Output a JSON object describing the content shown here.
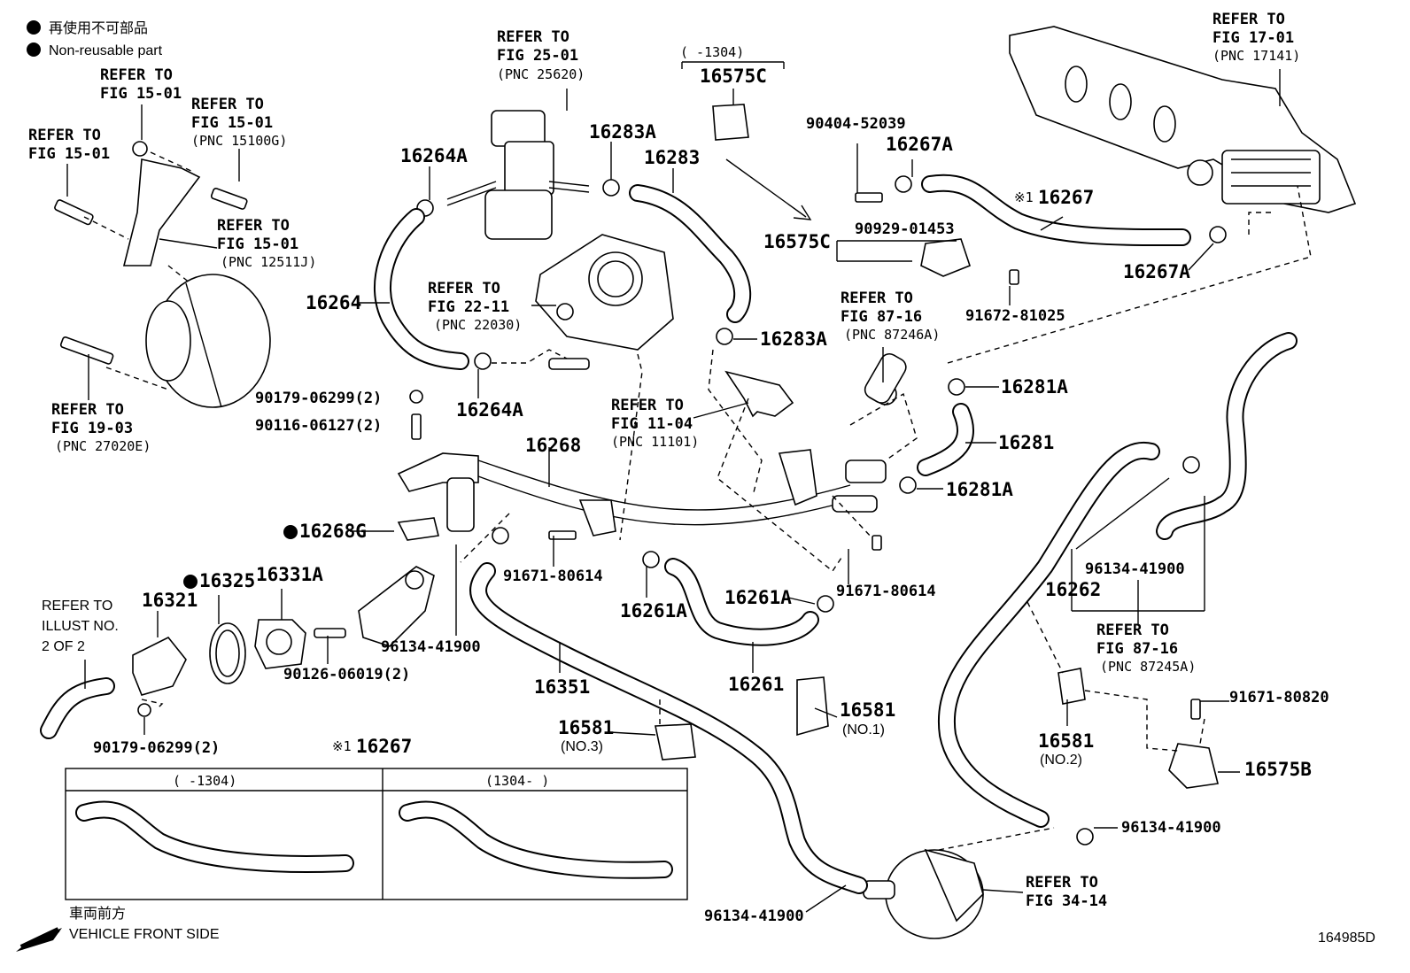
{
  "legend": {
    "jp_text": "再使用不可部品",
    "en_text": "Non-reusable part"
  },
  "diagram_id": "164985D",
  "front_side": {
    "jp": "車両前方",
    "en": "VEHICLE FRONT SIDE"
  },
  "refs": {
    "fig25": [
      "REFER TO",
      "FIG 25-01",
      "(PNC 25620)"
    ],
    "fig15a": [
      "REFER TO",
      "FIG 15-01"
    ],
    "fig15b": [
      "REFER TO",
      "FIG 15-01",
      "(PNC 15100G)"
    ],
    "fig15c": [
      "REFER TO",
      "FIG 15-01"
    ],
    "fig15d": [
      "REFER TO",
      "FIG 15-01",
      "(PNC 12511J)"
    ],
    "fig19": [
      "REFER TO",
      "FIG 19-03",
      "(PNC 27020E)"
    ],
    "fig22": [
      "REFER TO",
      "FIG 22-11",
      "(PNC 22030)"
    ],
    "fig11": [
      "REFER TO",
      "FIG 11-04",
      "(PNC 11101)"
    ],
    "fig17": [
      "REFER TO",
      "FIG 17-01",
      "(PNC 17141)"
    ],
    "fig87a": [
      "REFER TO",
      "FIG 87-16",
      "(PNC 87246A)"
    ],
    "fig87b": [
      "REFER TO",
      "FIG 87-16",
      "(PNC 87245A)"
    ],
    "fig34": [
      "REFER TO",
      "FIG 34-14"
    ],
    "illust": [
      "REFER TO",
      "ILLUST NO.",
      "2 OF 2"
    ]
  },
  "parts": {
    "p16575C_top_range": "(      -1304)",
    "p16575C_top": "16575C",
    "p90404": "90404-52039",
    "p16267A_top": "16267A",
    "p16267_mark": "※1",
    "p16267": "16267",
    "p16575C": "16575C",
    "p90929": "90929-01453",
    "p91672": "91672-81025",
    "p16267A_right": "16267A",
    "p16283A_top": "16283A",
    "p16283": "16283",
    "p16264A_top": "16264A",
    "p16264": "16264",
    "p16264A_bot": "16264A",
    "p16283A_mid": "16283A",
    "p16281A_top": "16281A",
    "p16281": "16281",
    "p16281A_bot": "16281A",
    "p90179_top": "90179-06299(2)",
    "p90116": "90116-06127(2)",
    "p16268": "16268",
    "p16268G": "16268G",
    "p16325": "16325",
    "p16331A": "16331A",
    "p16321": "16321",
    "p91671_left": "91671-80614",
    "p91671_mid": "91671-80614",
    "p16261A_left": "16261A",
    "p16261A_right": "16261A",
    "p16261": "16261",
    "p96134_left": "96134-41900",
    "p90126": "90126-06019(2)",
    "p16351": "16351",
    "p90179_bot": "90179-06299(2)",
    "p16581_no3": "16581",
    "p16581_no3_sub": "(NO.3)",
    "p16581_no1": "16581",
    "p16581_no1_sub": "(NO.1)",
    "p16262": "16262",
    "p96134_right": "96134-41900",
    "p16581_no2": "16581",
    "p16581_no2_sub": "(NO.2)",
    "p91671_80820": "91671-80820",
    "p16575B": "16575B",
    "p96134_lowright": "96134-41900",
    "p96134_bot": "96134-41900",
    "inset_title_mark": "※1",
    "inset_title": "16267",
    "inset_left": "(      -1304)",
    "inset_right": "(1304-      )"
  }
}
